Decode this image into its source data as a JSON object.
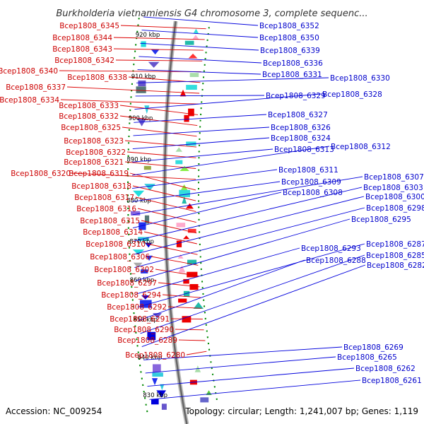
{
  "title": "Burkholderia vietnamiensis G4 chromosome 3, complete sequenc...",
  "footer": {
    "accession": "Accession: NC_009254",
    "topology": "Topology: circular; Length: 1,241,007 bp; Genes: 1,119"
  },
  "colors": {
    "forward": "#ee0000",
    "reverse": "#0000dd",
    "backbone": "#888888",
    "tick": "#008800"
  },
  "kbp_labels": [
    "920 kbp",
    "910 kbp",
    "900 kbp",
    "890 kbp",
    "880 kbp",
    ".870 kbp",
    "860 kbp",
    "850 kbp",
    "840 kbp",
    "830 kbp"
  ],
  "left_genes": [
    "Bcep1808_6345",
    "Bcep1808_6344",
    "Bcep1808_6343",
    "Bcep1808_6342",
    "Bcep1808_6340",
    "Bcep1808_6338",
    "Bcep1808_6337",
    "Bcep1808_6334",
    "Bcep1808_6333",
    "Bcep1808_6332",
    "Bcep1808_6325",
    "Bcep1808_6323",
    "Bcep1808_6322",
    "Bcep1808_6321",
    "Bcep1808_6320",
    "Bcep1808_6319",
    "Bcep1808_6318",
    "Bcep1808_6317",
    "Bcep1808_6316",
    "Bcep1808_6315",
    "Bcep1808_6314",
    "Bcep1808_6310",
    "Bcep1808_6306",
    "Bcep1808_6302",
    "Bcep1808_6297",
    "Bcep1808_6294",
    "Bcep1808_6292",
    "Bcep1808_6291",
    "Bcep1808_6290",
    "Bcep1808_6289",
    "Bcep1808_6280"
  ],
  "right_genes": [
    "Bcep1808_6352",
    "Bcep1808_6350",
    "Bcep1808_6339",
    "Bcep1808_6336",
    "Bcep1808_6331",
    "Bcep1808_6330",
    "Bcep1808_6329",
    "Bcep1808_6328",
    "Bcep1808_6327",
    "Bcep1808_6326",
    "Bcep1808_6324",
    "Bcep1808_6313",
    "Bcep1808_6312",
    "Bcep1808_6311",
    "Bcep1808_6309",
    "Bcep1808_6307",
    "Bcep1808_6308",
    "Bcep1808_6303",
    "Bcep1808_6300",
    "Bcep1808_6298",
    "Bcep1808_6295",
    "Bcep1808_6293",
    "Bcep1808_6287",
    "Bcep1808_6288",
    "Bcep1808_6285",
    "Bcep1808_6282",
    "Bcep1808_6269",
    "Bcep1808_6265",
    "Bcep1808_6262",
    "Bcep1808_6261"
  ]
}
